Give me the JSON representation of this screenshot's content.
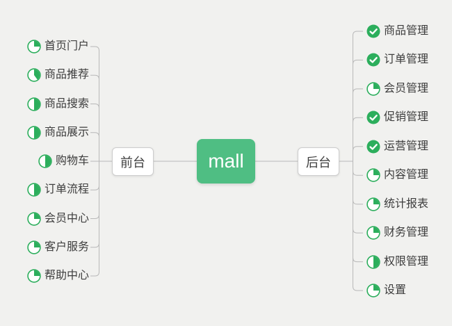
{
  "root": {
    "label": "mall"
  },
  "branches": {
    "left": {
      "label": "前台",
      "items": [
        {
          "label": "首页门户",
          "icon": "progress-pie",
          "progress": 0.25
        },
        {
          "label": "商品推荐",
          "icon": "progress-pie",
          "progress": 0.4
        },
        {
          "label": "商品搜索",
          "icon": "progress-pie",
          "progress": 0.5
        },
        {
          "label": "商品展示",
          "icon": "progress-pie",
          "progress": 0.5
        },
        {
          "label": "购物车",
          "icon": "progress-pie",
          "progress": 0.5
        },
        {
          "label": "订单流程",
          "icon": "progress-pie",
          "progress": 0.5
        },
        {
          "label": "会员中心",
          "icon": "progress-pie",
          "progress": 0.25
        },
        {
          "label": "客户服务",
          "icon": "progress-pie",
          "progress": 0.25
        },
        {
          "label": "帮助中心",
          "icon": "progress-pie",
          "progress": 0.25
        }
      ]
    },
    "right": {
      "label": "后台",
      "items": [
        {
          "label": "商品管理",
          "icon": "check",
          "progress": 1
        },
        {
          "label": "订单管理",
          "icon": "check",
          "progress": 1
        },
        {
          "label": "会员管理",
          "icon": "progress-pie",
          "progress": 0.25
        },
        {
          "label": "促销管理",
          "icon": "check",
          "progress": 1
        },
        {
          "label": "运营管理",
          "icon": "check",
          "progress": 1
        },
        {
          "label": "内容管理",
          "icon": "progress-pie",
          "progress": 0.25
        },
        {
          "label": "统计报表",
          "icon": "progress-pie",
          "progress": 0.25
        },
        {
          "label": "财务管理",
          "icon": "progress-pie",
          "progress": 0.25
        },
        {
          "label": "权限管理",
          "icon": "progress-pie",
          "progress": 0.5
        },
        {
          "label": "设置",
          "icon": "progress-pie",
          "progress": 0.25
        }
      ]
    }
  },
  "colors": {
    "background": "#f1f1ef",
    "root_fill": "#4fbe83",
    "root_text": "#ffffff",
    "icon_green": "#2cae5c",
    "line": "#b8b8b8",
    "text": "#3d3d3d"
  }
}
